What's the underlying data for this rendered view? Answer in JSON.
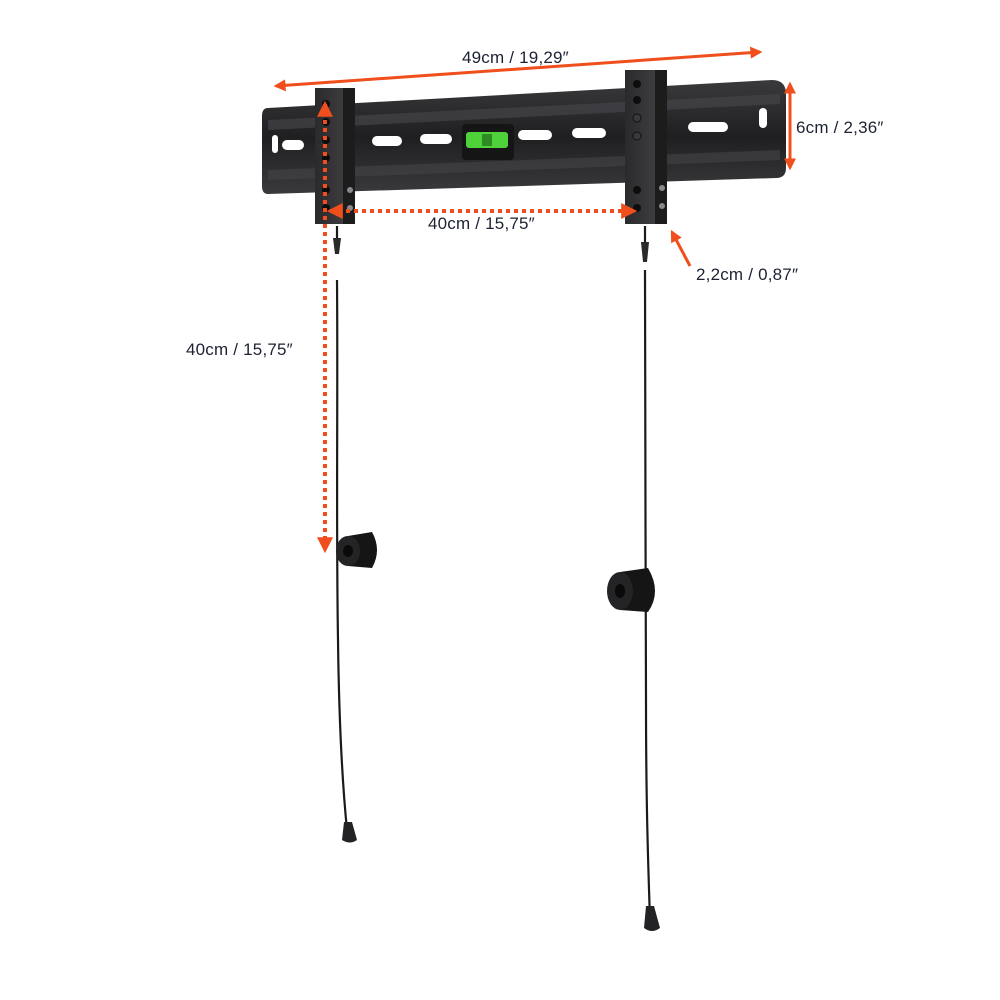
{
  "dimensions": {
    "overall_width": {
      "label": "49cm / 19,29″"
    },
    "height": {
      "label": "6cm / 2,36″"
    },
    "hole_spacing_horizontal": {
      "label": "40cm / 15,75″"
    },
    "hole_spacing_vertical": {
      "label": "40cm / 15,75″"
    },
    "depth": {
      "label": "2,2cm / 0,87″"
    }
  },
  "colors": {
    "accent": "#f04e1c",
    "bracket": "#2b2b2d",
    "bracket_highlight": "#4a4a4d",
    "level_bubble": "#4fd13a",
    "text": "#1d2233"
  },
  "components": [
    "wall-plate",
    "left-arm",
    "right-arm",
    "spirit-level",
    "safety-cords",
    "wall-spacers",
    "cord-end-caps"
  ]
}
